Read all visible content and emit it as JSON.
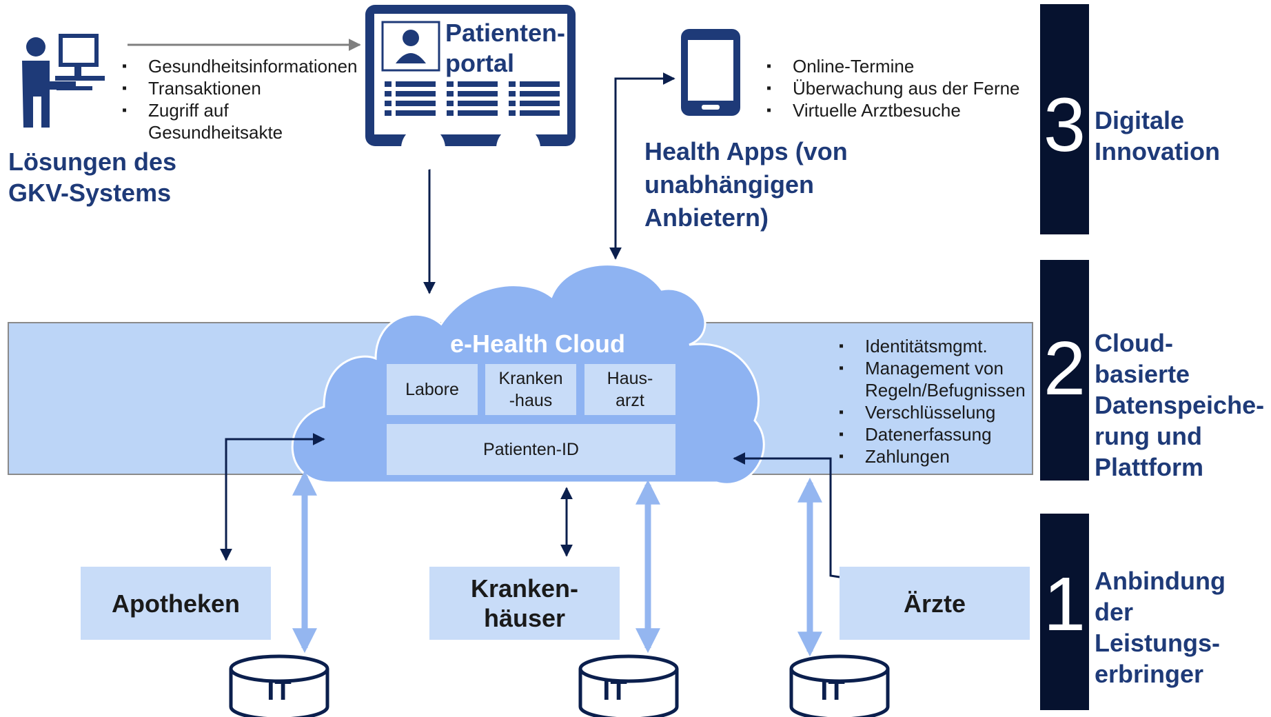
{
  "gkv": {
    "title_line1": "Lösungen des",
    "title_line2": "GKV-Systems",
    "bullets": [
      "Gesundheitsinformationen",
      "Transaktionen",
      "Zugriff auf",
      "Gesundheitsakte"
    ]
  },
  "portal": {
    "title_line1": "Patienten-",
    "title_line2": "portal"
  },
  "health_apps": {
    "bullets": [
      "Online-Termine",
      "Überwachung aus der Ferne",
      "Virtuelle Arztbesuche"
    ],
    "title_line1": "Health Apps (von",
    "title_line2": "unabhängigen",
    "title_line3": "Anbietern)"
  },
  "cloud": {
    "title": "e-Health Cloud",
    "box_labore": "Labore",
    "box_krankenhaus_1": "Kranken",
    "box_krankenhaus_2": "-haus",
    "box_hausarzt_1": "Haus-",
    "box_hausarzt_2": "arzt",
    "patient_id": "Patienten-ID"
  },
  "platform_bullets": [
    "Identitätsmgmt.",
    "Management von",
    "Regeln/Befugnissen",
    "Verschlüsselung",
    "Datenerfassung",
    "Zahlungen"
  ],
  "providers": {
    "apotheken": "Apotheken",
    "krankenhaeuser_1": "Kranken-",
    "krankenhaeuser_2": "häuser",
    "aerzte": "Ärzte",
    "it_label": "IT"
  },
  "levels": [
    {
      "number": "3",
      "line1": "Digitale",
      "line2": "Innovation"
    },
    {
      "number": "2",
      "line1": "Cloud-",
      "line2": "basierte",
      "line3": "Datenspeiche-",
      "line4": "rung und",
      "line5": "Plattform"
    },
    {
      "number": "1",
      "line1": "Anbindung",
      "line2": "der",
      "line3": "Leistungs-",
      "line4": "erbringer"
    }
  ],
  "colors": {
    "navy": "#1e3a78",
    "dark_bar": "#06122f",
    "platform_band": "#bcd5f7",
    "cloud": "#8eb3f2",
    "light_box": "#c8dcf8",
    "light_arrow": "#94b6f0"
  }
}
